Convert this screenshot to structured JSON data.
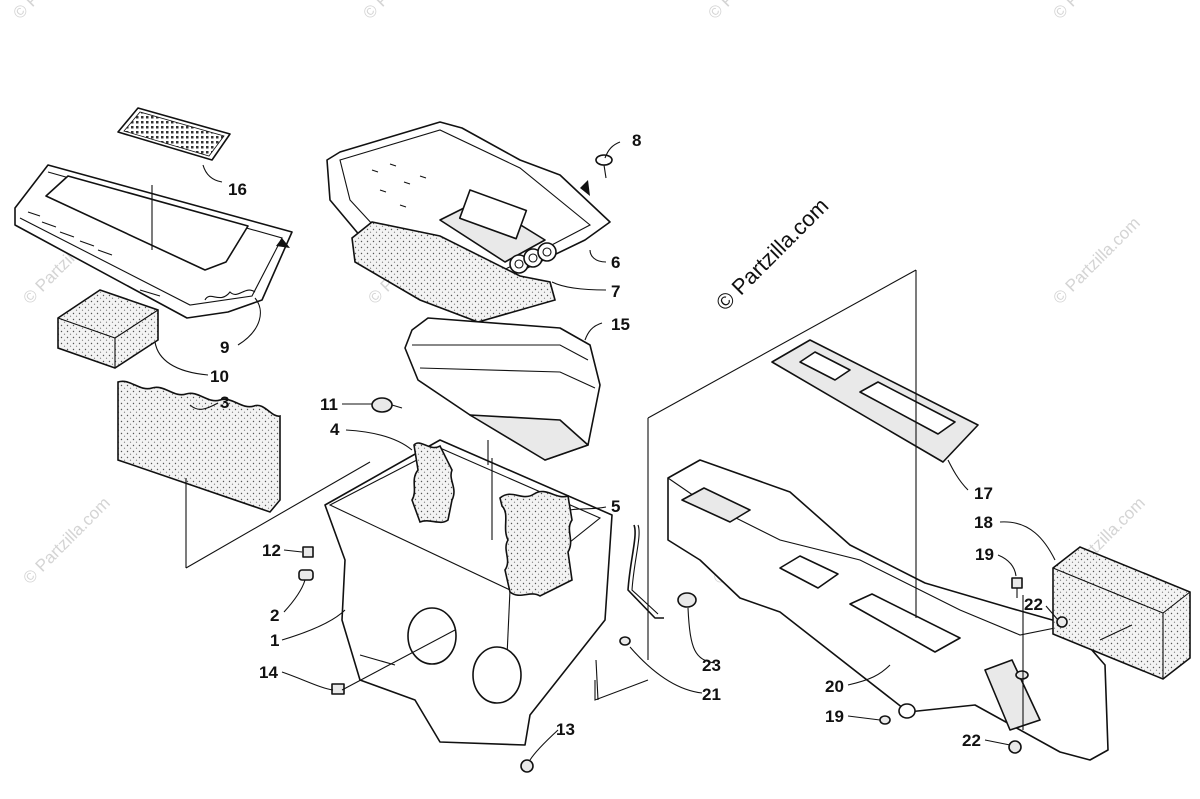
{
  "watermark": {
    "main": "© Partzilla.com",
    "faint": "© Partzilla.com"
  },
  "callouts": {
    "c1": "1",
    "c2": "2",
    "c3": "3",
    "c4": "4",
    "c5": "5",
    "c6": "6",
    "c7": "7",
    "c8": "8",
    "c9": "9",
    "c10": "10",
    "c11": "11",
    "c12": "12",
    "c13": "13",
    "c14": "14",
    "c15": "15",
    "c16": "16",
    "c17": "17",
    "c18": "18",
    "c19a": "19",
    "c19b": "19",
    "c20": "20",
    "c21": "21",
    "c22a": "22",
    "c22b": "22",
    "c23": "23"
  },
  "colors": {
    "line": "#111111",
    "watermark": "#d4d4d4",
    "background": "#ffffff"
  }
}
